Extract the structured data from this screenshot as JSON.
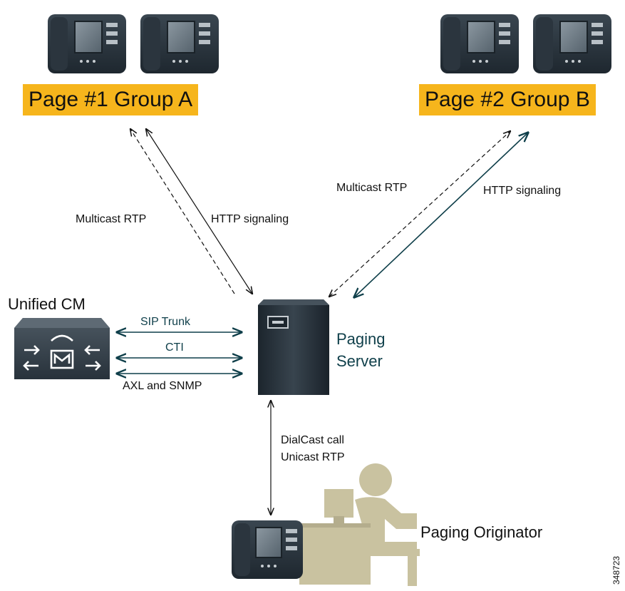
{
  "groups": {
    "a": {
      "label": "Page #1 Group A"
    },
    "b": {
      "label": "Page #2 Group B"
    }
  },
  "links": {
    "group_a_multicast": "Multicast RTP",
    "group_a_http": "HTTP signaling",
    "group_b_multicast": "Multicast RTP",
    "group_b_http": "HTTP signaling",
    "sip_trunk": "SIP Trunk",
    "cti": "CTI",
    "axl_snmp": "AXL and SNMP",
    "dialcast_line1": "DialCast call",
    "dialcast_line2": "Unicast RTP"
  },
  "nodes": {
    "unified_cm": "Unified CM",
    "paging_server_line1": "Paging",
    "paging_server_line2": "Server",
    "paging_originator": "Paging Originator"
  },
  "figure_id": "348723",
  "icons": [
    "ip-phone-icon",
    "unified-cm-icon",
    "server-icon",
    "workstation-user-icon"
  ],
  "colors": {
    "group_highlight": "#f6b51c",
    "link_teal": "#0f3f4a",
    "device_dark": "#2a3540",
    "user_figure": "#c9c2a0"
  }
}
